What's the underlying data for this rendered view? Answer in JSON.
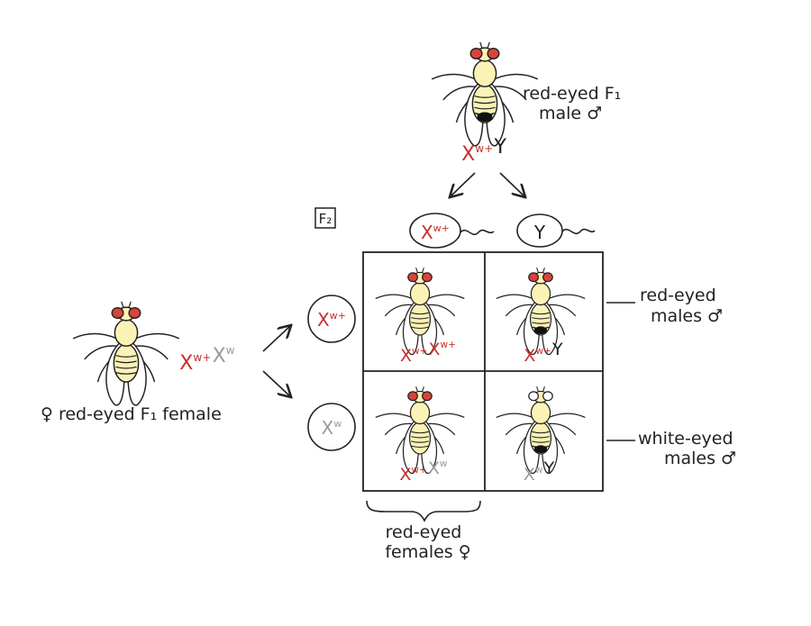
{
  "colors": {
    "dominant_allele": "#c9302c",
    "recessive_allele": "#9a9a9a",
    "ink": "#222222",
    "fly_body": "#fbf2b6",
    "red_eye": "#d9433c",
    "white_eye": "#ffffff"
  },
  "generation_label": "F₂",
  "male_parent": {
    "label_line1": "red-eyed F₁",
    "label_line2": "male ♂",
    "genotype": [
      {
        "base": "X",
        "sup": "w+",
        "color": "red"
      },
      {
        "base": "Y",
        "sup": "",
        "color": "dark"
      }
    ],
    "eyes": "red"
  },
  "female_parent": {
    "label": "♀ red-eyed F₁ female",
    "genotype": [
      {
        "base": "X",
        "sup": "w+",
        "color": "red"
      },
      {
        "base": "X",
        "sup": "w",
        "color": "grey"
      }
    ],
    "eyes": "red"
  },
  "sperm": [
    {
      "base": "X",
      "sup": "w+",
      "color": "red"
    },
    {
      "base": "Y",
      "sup": "",
      "color": "dark"
    }
  ],
  "eggs": [
    {
      "base": "X",
      "sup": "w+",
      "color": "red"
    },
    {
      "base": "X",
      "sup": "w",
      "color": "grey"
    }
  ],
  "punnett": [
    {
      "sex": "female",
      "eyes": "red",
      "genotype": [
        {
          "base": "X",
          "sup": "w+",
          "color": "red"
        },
        {
          "base": "X",
          "sup": "w+",
          "color": "red"
        }
      ]
    },
    {
      "sex": "male",
      "eyes": "red",
      "genotype": [
        {
          "base": "X",
          "sup": "w+",
          "color": "red"
        },
        {
          "base": "Y",
          "sup": "",
          "color": "dark"
        }
      ]
    },
    {
      "sex": "female",
      "eyes": "red",
      "genotype": [
        {
          "base": "X",
          "sup": "w+",
          "color": "red"
        },
        {
          "base": "X",
          "sup": "w",
          "color": "grey"
        }
      ]
    },
    {
      "sex": "male",
      "eyes": "white",
      "genotype": [
        {
          "base": "X",
          "sup": "w",
          "color": "grey"
        },
        {
          "base": "Y",
          "sup": "",
          "color": "dark"
        }
      ]
    }
  ],
  "annotations": {
    "red_males_line1": "red-eyed",
    "red_males_line2": "males ♂",
    "white_males_line1": "white-eyed",
    "white_males_line2": "males ♂",
    "females_line1": "red-eyed",
    "females_line2": "females ♀"
  }
}
